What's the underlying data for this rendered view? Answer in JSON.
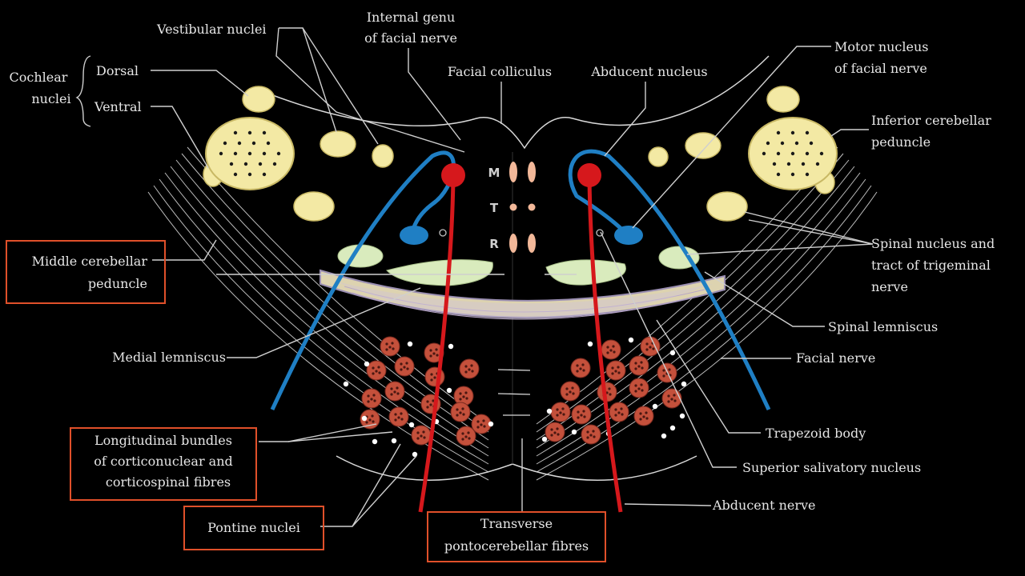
{
  "colors": {
    "background": "#000000",
    "nucleus_yellow": "#f3e9a4",
    "nerve_blue": "#1f7fc4",
    "tract_red": "#d6181c",
    "green_nucleus": "#d9ebbd",
    "lemniscus": "#ddd3b0",
    "bundle_brown": "#c4503b",
    "box_border": "#e0502a"
  },
  "labels": {
    "cochlear": "Cochlear",
    "nuclei": "nuclei",
    "dorsal": "Dorsal",
    "ventral": "Ventral",
    "vestibular_nuclei": "Vestibular nuclei",
    "internal_genu_1": "Internal genu",
    "internal_genu_2": "of facial nerve",
    "facial_colliculus": "Facial colliculus",
    "abducent_nucleus": "Abducent nucleus",
    "motor_nucleus_1": "Motor nucleus",
    "motor_nucleus_2": "of facial nerve",
    "inferior_cerebellar_1": "Inferior cerebellar",
    "inferior_cerebellar_2": "peduncle",
    "middle_cerebellar_1": "Middle cerebellar",
    "middle_cerebellar_2": "peduncle",
    "spinal_nucleus_1": "Spinal nucleus and",
    "spinal_nucleus_2": "tract of trigeminal",
    "spinal_nucleus_3": "nerve",
    "spinal_lemniscus": "Spinal lemniscus",
    "medial_lemniscus": "Medial lemniscus",
    "facial_nerve": "Facial nerve",
    "trapezoid_body": "Trapezoid body",
    "superior_salivatory": "Superior salivatory nucleus",
    "longitudinal_1": "Longitudinal bundles",
    "longitudinal_2": "of corticonuclear and",
    "longitudinal_3": "corticospinal fibres",
    "abducent_nerve": "Abducent nerve",
    "pontine_nuclei": "Pontine nuclei",
    "transverse_1": "Transverse",
    "transverse_2": "pontocerebellar fibres",
    "letter_m": "M",
    "letter_t": "T",
    "letter_r": "R"
  }
}
